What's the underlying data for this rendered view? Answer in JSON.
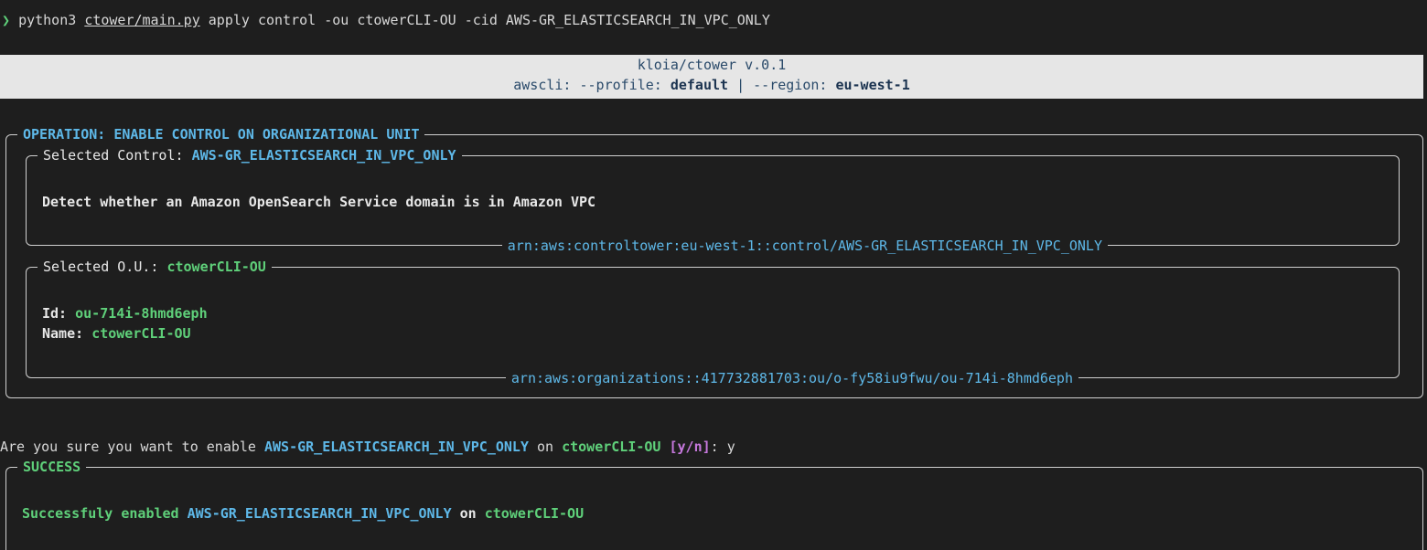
{
  "command": {
    "arrow": "❯",
    "interpreter": "python3",
    "script": "ctower/main.py",
    "args": "apply control -ou ctowerCLI-OU -cid AWS-GR_ELASTICSEARCH_IN_VPC_ONLY"
  },
  "banner": {
    "title": "kloia/ctower v.0.1",
    "awscli_label": "awscli: --profile: ",
    "profile": "default",
    "separator": " | ",
    "region_label": "--region: ",
    "region": "eu-west-1"
  },
  "operation": {
    "title": "OPERATION: ENABLE CONTROL ON ORGANIZATIONAL UNIT",
    "control": {
      "label": "Selected Control: ",
      "value": "AWS-GR_ELASTICSEARCH_IN_VPC_ONLY",
      "description": "Detect whether an Amazon OpenSearch Service domain is in Amazon VPC",
      "arn": "arn:aws:controltower:eu-west-1::control/AWS-GR_ELASTICSEARCH_IN_VPC_ONLY"
    },
    "ou": {
      "label": "Selected O.U.: ",
      "value": "ctowerCLI-OU",
      "id_label": "Id: ",
      "id": "ou-714i-8hmd6eph",
      "name_label": "Name: ",
      "name": "ctowerCLI-OU",
      "arn": "arn:aws:organizations::417732881703:ou/o-fy58iu9fwu/ou-714i-8hmd6eph"
    }
  },
  "confirm": {
    "prefix": "Are you sure you want to enable ",
    "control": "AWS-GR_ELASTICSEARCH_IN_VPC_ONLY",
    "on": " on ",
    "ou": "ctowerCLI-OU",
    "choices": " [y/n]",
    "colon": ": ",
    "answer": "y"
  },
  "success": {
    "title": "SUCCESS",
    "prefix": "Successfuly enabled ",
    "control": "AWS-GR_ELASTICSEARCH_IN_VPC_ONLY",
    "on": " on ",
    "ou": "ctowerCLI-OU"
  },
  "colors": {
    "background": "#1e1e1e",
    "cyan": "#5eb8e8",
    "green": "#5fd07a",
    "magenta": "#c678dd"
  }
}
